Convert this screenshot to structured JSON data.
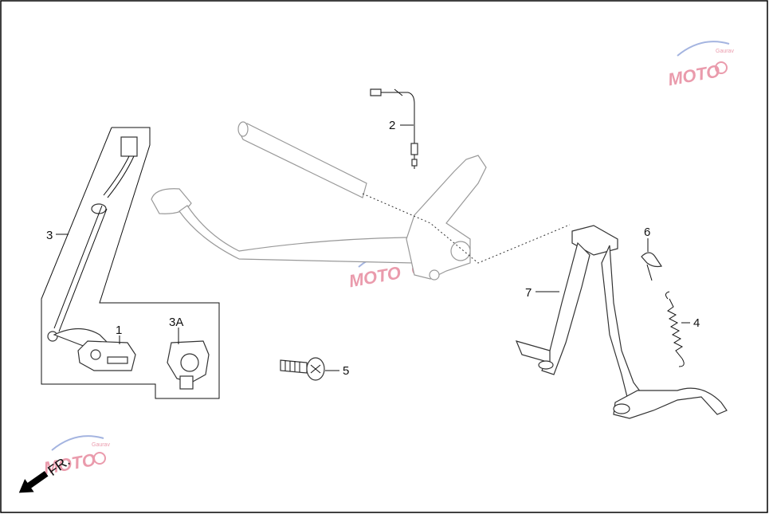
{
  "diagram": {
    "callouts": [
      {
        "id": "1",
        "label": "1"
      },
      {
        "id": "2",
        "label": "2"
      },
      {
        "id": "3",
        "label": "3"
      },
      {
        "id": "3A",
        "label": "3A"
      },
      {
        "id": "4",
        "label": "4"
      },
      {
        "id": "5",
        "label": "5"
      },
      {
        "id": "6",
        "label": "6"
      },
      {
        "id": "7",
        "label": "7"
      }
    ],
    "front_indicator": "FR.",
    "watermark": {
      "logo_text": "MOTO",
      "sub_text": "Gaurav"
    },
    "colors": {
      "line": "#111111",
      "ghost": "#999999",
      "watermark_red": "#d94a6a",
      "watermark_blue": "#5a78c8"
    }
  }
}
